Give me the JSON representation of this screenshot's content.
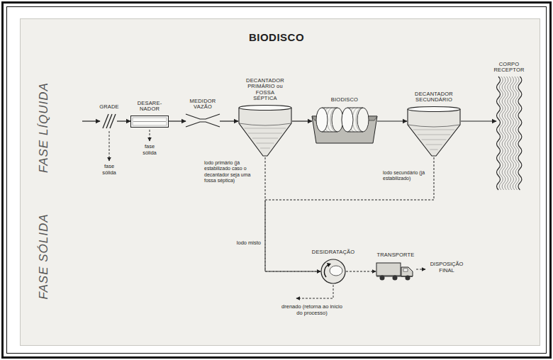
{
  "diagram": {
    "title": "BIODISCO",
    "nodes": [
      {
        "text": [
          "GRADE"
        ]
      },
      {
        "text": [
          "DESARE- NADOR"
        ]
      },
      {
        "text": [
          "MEDIDOR VAZÃO"
        ]
      },
      {
        "text": [
          "DECANTADOR PRIMÁRIO ou FOSSA SÉPTICA"
        ]
      },
      {
        "text": [
          "BIODISCO"
        ]
      },
      {
        "text": [
          "DECANTADOR SECUNDÁRIO"
        ]
      },
      {
        "text": [
          "CORPO RECEPTOR"
        ]
      },
      {
        "text": [
          "DESIDRATAÇÃO"
        ]
      },
      {
        "text": [
          "TRANSPORTE"
        ]
      }
    ],
    "edges": [
      {
        "from": 0,
        "to": 1,
        "arrow": "to"
      },
      {
        "from": 1,
        "to": 2,
        "arrow": "to"
      },
      {
        "from": 2,
        "to": 3,
        "arrow": "to"
      },
      {
        "from": 3,
        "to": 4,
        "arrow": "to"
      },
      {
        "from": 4,
        "to": 5,
        "arrow": "to"
      },
      {
        "from": 5,
        "to": 6,
        "arrow": "to"
      },
      {
        "from": 3,
        "to": 7,
        "label": "lodo primário (já estabilizado caso o decantador seja uma fossa séptica)",
        "arrow": "to"
      },
      {
        "from": 5,
        "to": 7,
        "label": "lodo secundário (já estabilizado)",
        "arrow": "to"
      },
      {
        "from": 7,
        "to": 8,
        "arrow": "to"
      }
    ],
    "labels": [
      "FASE LÍQUIDA",
      "FASE SÓLIDA",
      "fase sólida",
      "fase sólida",
      "lodo misto",
      "DISPOSIÇÃO FINAL",
      "drenado (retorna ao início do processo)"
    ]
  }
}
